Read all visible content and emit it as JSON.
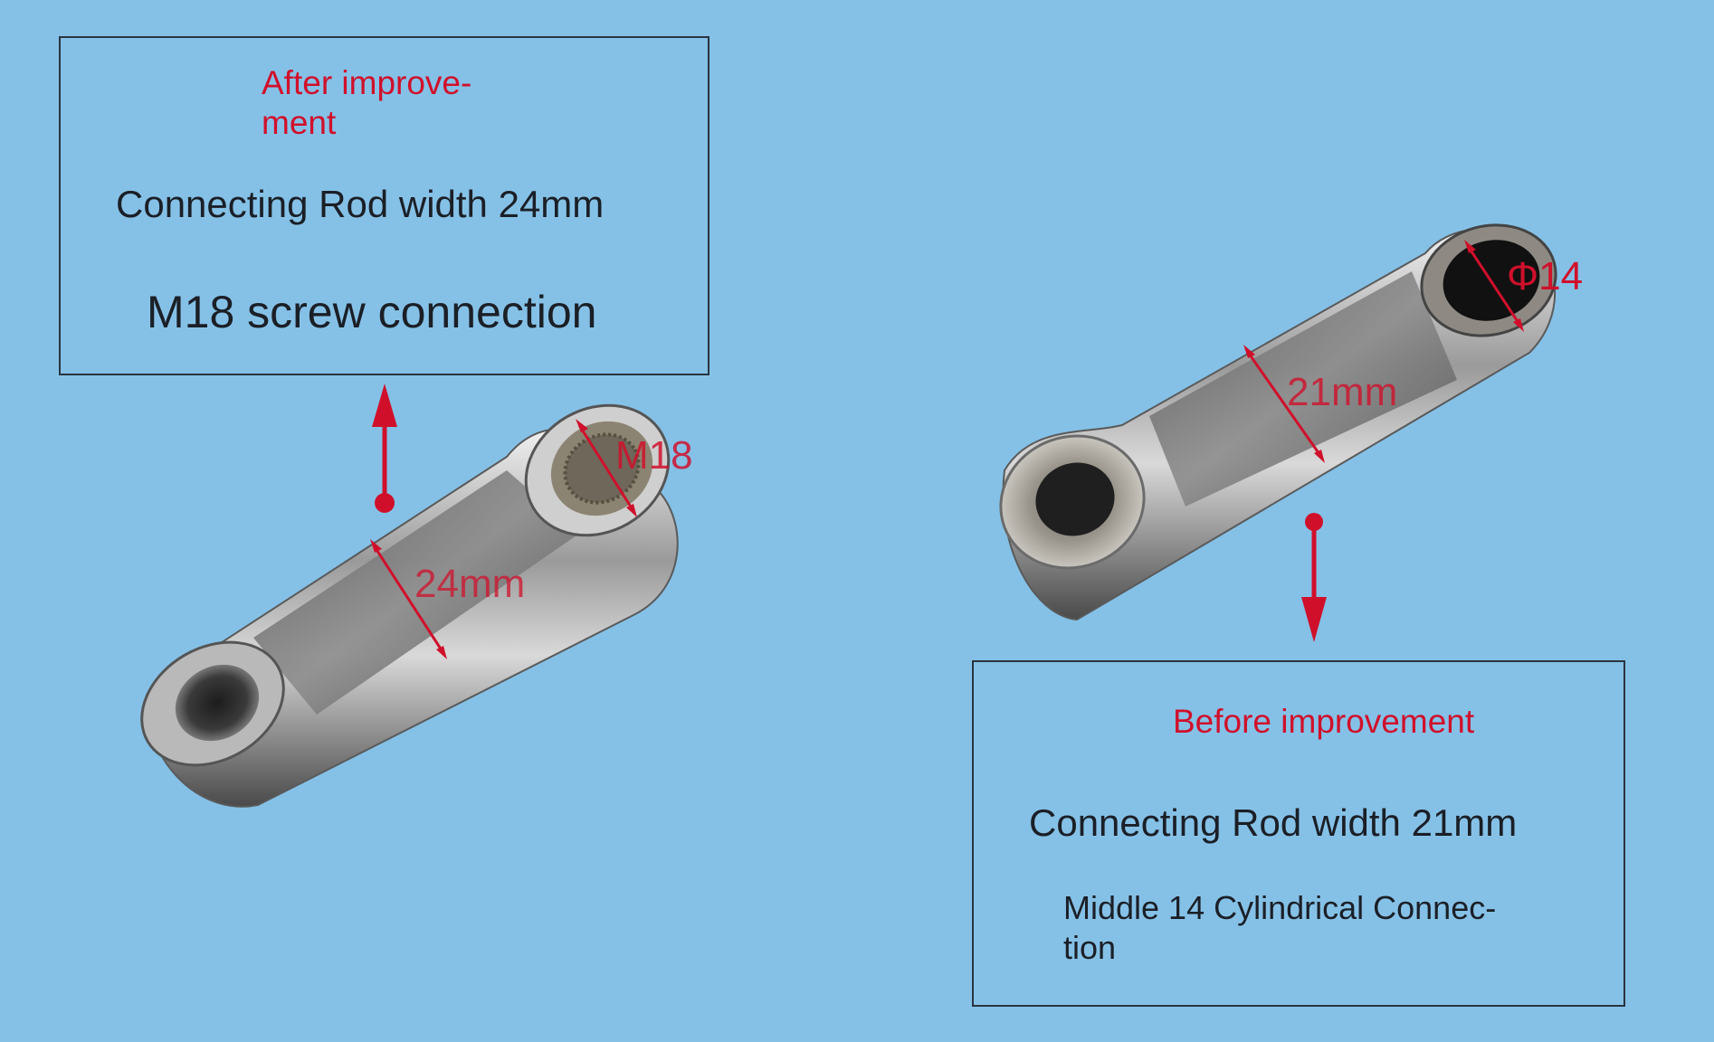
{
  "colors": {
    "background": "#85c1e7",
    "accent_red": "#d0102b",
    "text_dark": "#1b1f26",
    "border": "#2a3440",
    "metal_light": "#d8d8d8",
    "metal_dark": "#3a3a3a"
  },
  "after_box": {
    "title_line1": "After improve-",
    "title_line2": "ment",
    "width_text": "Connecting Rod width 24mm",
    "connection_text": "M18 screw connection"
  },
  "before_box": {
    "title": "Before improvement",
    "width_text": "Connecting Rod width 21mm",
    "connection_line1": "Middle 14 Cylindrical Connec-",
    "connection_line2": "tion"
  },
  "left_part": {
    "hole_label": "M18",
    "width_label": "24mm"
  },
  "right_part": {
    "hole_label": "Φ14",
    "width_label": "21mm"
  },
  "icons": {
    "up_arrow": "arrow-up-icon",
    "down_arrow": "arrow-down-icon"
  }
}
